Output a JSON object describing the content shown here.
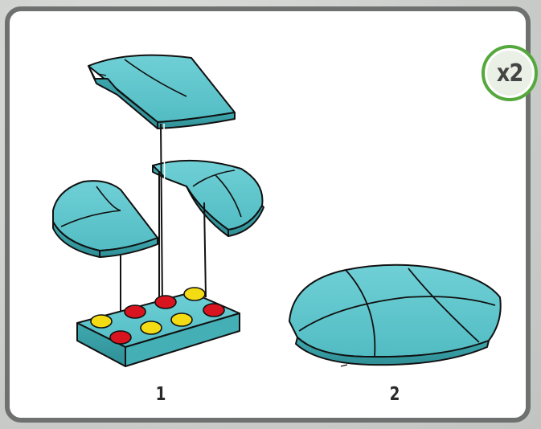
{
  "badge": {
    "multiplier": "x2"
  },
  "steps": [
    {
      "number": "1"
    },
    {
      "number": "2"
    }
  ],
  "colors": {
    "frame": "#6f7170",
    "badge_ring": "#54a83c",
    "brick_teal": "#5ec6cc",
    "stud_red": "#d8141e",
    "stud_yellow": "#f4dc14"
  },
  "icons": [
    "curved-slope-brick-icon",
    "wedge-round-brick-icon",
    "plate-2x4-icon",
    "assembled-dome-icon"
  ]
}
